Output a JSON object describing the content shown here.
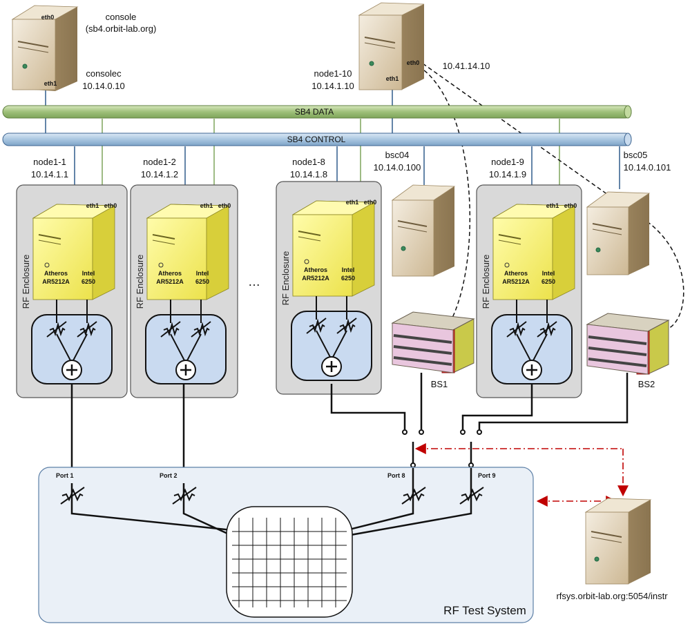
{
  "console": {
    "name": "console",
    "host": "(sb4.orbit-lab.org)",
    "iface_top": "eth0",
    "iface_bottom": "eth1",
    "label": "consolec",
    "ip": "10.14.0.10"
  },
  "server_top": {
    "name": "node1-10",
    "ip": "10.14.1.10",
    "eth0": "eth0",
    "eth1": "eth1",
    "ip_eth0": "10.41.14.10"
  },
  "buses": {
    "data": "SB4 DATA",
    "control": "SB4 CONTROL"
  },
  "nodes": [
    {
      "name": "node1-1",
      "ip": "10.14.1.1",
      "enclosure": "RF Enclosure",
      "eth1": "eth1",
      "eth0": "eth0",
      "card1a": "Atheros",
      "card1b": "AR5212A",
      "card2a": "Intel",
      "card2b": "6250"
    },
    {
      "name": "node1-2",
      "ip": "10.14.1.2",
      "enclosure": "RF Enclosure",
      "eth1": "eth1",
      "eth0": "eth0",
      "card1a": "Atheros",
      "card1b": "AR5212A",
      "card2a": "Intel",
      "card2b": "6250"
    },
    {
      "name": "node1-8",
      "ip": "10.14.1.8",
      "enclosure": "RF Enclosure",
      "eth1": "eth1",
      "eth0": "eth0",
      "card1a": "Atheros",
      "card1b": "AR5212A",
      "card2a": "Intel",
      "card2b": "6250"
    },
    {
      "name": "node1-9",
      "ip": "10.14.1.9",
      "enclosure": "RF Enclosure",
      "eth1": "eth1",
      "eth0": "eth0",
      "card1a": "Atheros",
      "card1b": "AR5212A",
      "card2a": "Intel",
      "card2b": "6250"
    }
  ],
  "ellipsis": "…",
  "bsc": [
    {
      "name": "bsc04",
      "ip": "10.14.0.100",
      "bs": "BS1"
    },
    {
      "name": "bsc05",
      "ip": "10.14.0.101",
      "bs": "BS2"
    }
  ],
  "rf_test": {
    "title": "RF Test System",
    "ports": [
      "Port 1",
      "Port 2",
      "Port 8",
      "Port 9"
    ]
  },
  "rfsys": {
    "label": "rfsys.orbit-lab.org:5054/instr"
  },
  "colors": {
    "data_bus": "#9fc07a",
    "control_bus": "#a9c6e0",
    "node_yellow": "#f3f06a",
    "enclosure": "#d9d9d9",
    "combiner": "#c9daf0",
    "rf_panel": "#eaf0f7",
    "arrow_red": "#c00000"
  }
}
